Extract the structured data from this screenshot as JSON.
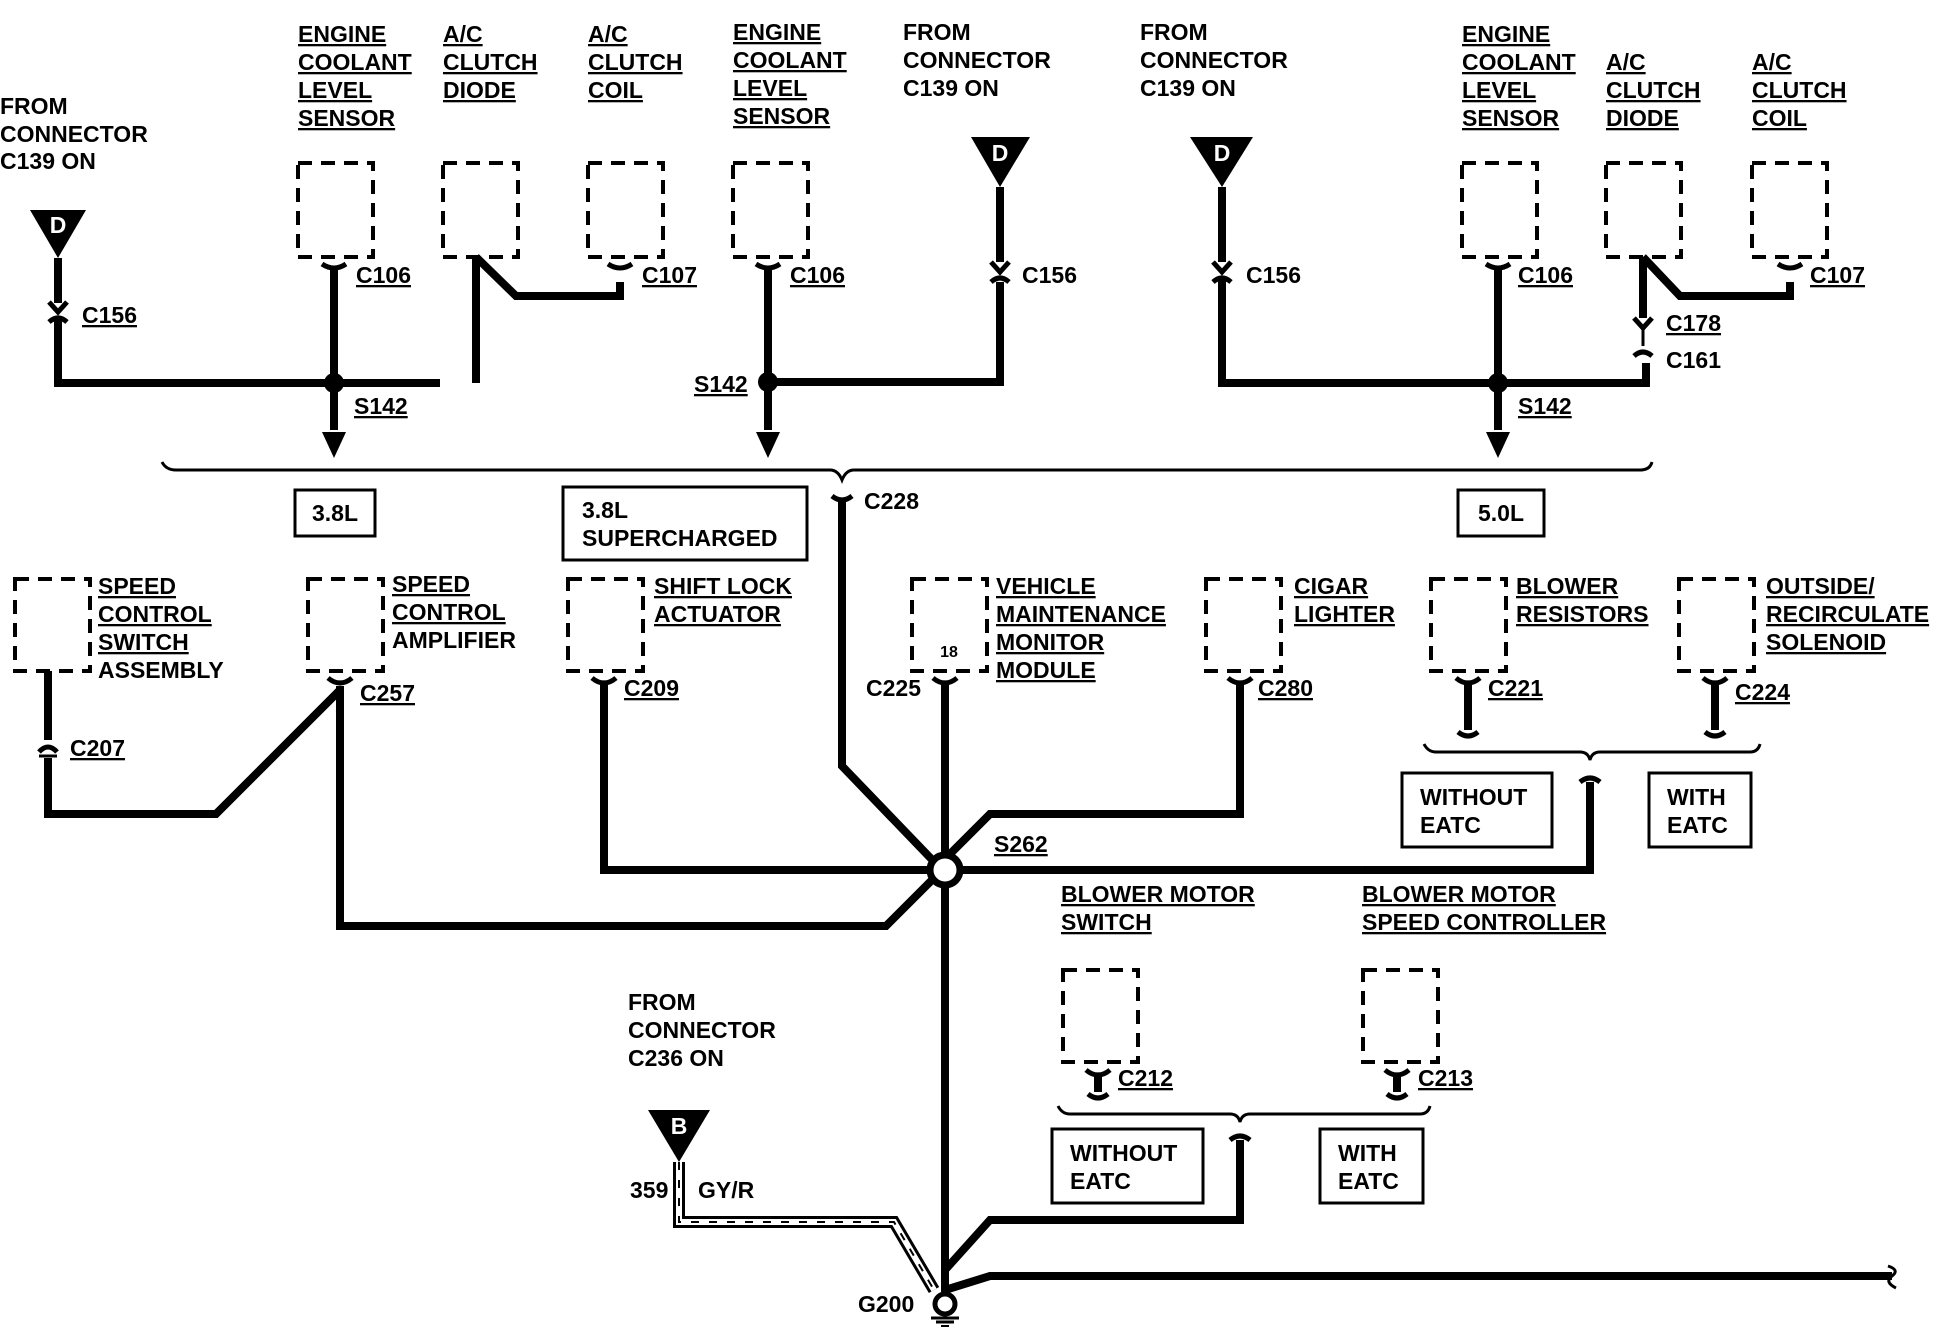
{
  "colors": {
    "ink": "#000000",
    "background": "#ffffff"
  },
  "top_left": {
    "from1": "FROM",
    "from2": "CONNECTOR",
    "from3": "C139 ON",
    "connector_letter": "D",
    "c156": "C156",
    "ecl1": "ENGINE",
    "ecl2": "COOLANT",
    "ecl3": "LEVEL",
    "ecl4": "SENSOR",
    "c106": "C106",
    "acd1": "A/C",
    "acd2": "CLUTCH",
    "acd3": "DIODE",
    "acc1": "A/C",
    "acc2": "CLUTCH",
    "acc3": "COIL",
    "c107": "C107",
    "s142": "S142",
    "box": "3.8L"
  },
  "top_mid": {
    "ecl1": "ENGINE",
    "ecl2": "COOLANT",
    "ecl3": "LEVEL",
    "ecl4": "SENSOR",
    "c106": "C106",
    "from1": "FROM",
    "from2": "CONNECTOR",
    "from3": "C139 ON",
    "connector_letter": "D",
    "c156": "C156",
    "s142": "S142",
    "box1": "3.8L",
    "box2": "SUPERCHARGED"
  },
  "top_right": {
    "from1": "FROM",
    "from2": "CONNECTOR",
    "from3": "C139 ON",
    "connector_letter": "D",
    "c156": "C156",
    "ecl1": "ENGINE",
    "ecl2": "COOLANT",
    "ecl3": "LEVEL",
    "ecl4": "SENSOR",
    "c106": "C106",
    "acd1": "A/C",
    "acd2": "CLUTCH",
    "acd3": "DIODE",
    "acc1": "A/C",
    "acc2": "CLUTCH",
    "acc3": "COIL",
    "c107": "C107",
    "c178": "C178",
    "c161": "C161",
    "s142": "S142",
    "box": "5.0L"
  },
  "c228": "C228",
  "components": {
    "scs1": "SPEED",
    "scs2": "CONTROL",
    "scs3": "SWITCH",
    "scs4": "ASSEMBLY",
    "c207": "C207",
    "sca1": "SPEED",
    "sca2": "CONTROL",
    "sca3": "AMPLIFIER",
    "c257": "C257",
    "sla1": "SHIFT LOCK",
    "sla2": "ACTUATOR",
    "c209": "C209",
    "vmm1": "VEHICLE",
    "vmm2": "MAINTENANCE",
    "vmm3": "MONITOR",
    "vmm4": "MODULE",
    "vmm_pin": "18",
    "c225": "C225",
    "cl1": "CIGAR",
    "cl2": "LIGHTER",
    "c280": "C280",
    "br1": "BLOWER",
    "br2": "RESISTORS",
    "c221": "C221",
    "ors1": "OUTSIDE/",
    "ors2": "RECIRCULATE",
    "ors3": "SOLENOID",
    "c224": "C224",
    "we1_1": "WITHOUT",
    "we1_2": "EATC",
    "wi1_1": "WITH",
    "wi1_2": "EATC",
    "s262": "S262",
    "bms1": "BLOWER MOTOR",
    "bms2": "SWITCH",
    "c212": "C212",
    "bmc1": "BLOWER MOTOR",
    "bmc2": "SPEED CONTROLLER",
    "c213": "C213",
    "we2_1": "WITHOUT",
    "we2_2": "EATC",
    "wi2_1": "WITH",
    "wi2_2": "EATC"
  },
  "ground": {
    "from1": "FROM",
    "from2": "CONNECTOR",
    "from3": "C236 ON",
    "connector_letter": "B",
    "circuit": "359",
    "wire_color": "GY/R",
    "g200": "G200"
  }
}
